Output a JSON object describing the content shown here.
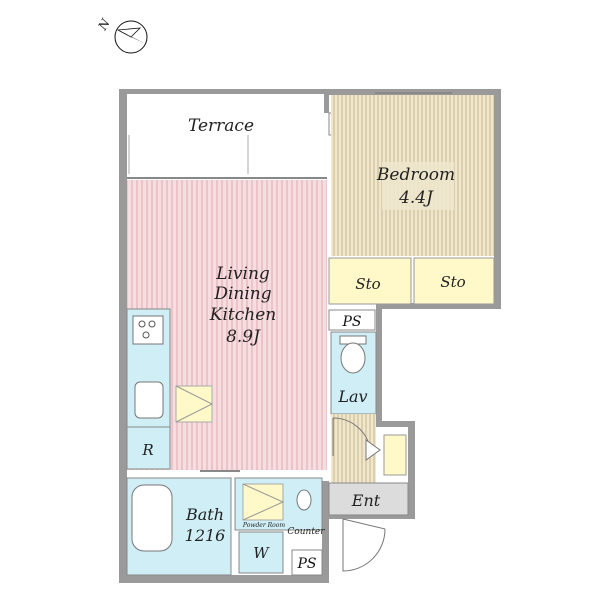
{
  "compass": {
    "north_label": "N"
  },
  "rooms": {
    "terrace": {
      "label": "Terrace"
    },
    "bedroom": {
      "label": "Bedroom",
      "size": "4.4J"
    },
    "ldk": {
      "line1": "Living",
      "line2": "Dining",
      "line3": "Kitchen",
      "size": "8.9J"
    },
    "storage_left": {
      "label": "Sto"
    },
    "storage_right": {
      "label": "Sto"
    },
    "lavatory": {
      "label": "Lav"
    },
    "refrigerator": {
      "label": "R"
    },
    "bath": {
      "label": "Bath",
      "size": "1216"
    },
    "entrance": {
      "label": "Ent"
    },
    "powder_room": {
      "label": "Powder Room"
    },
    "counter": {
      "label": "Counter"
    },
    "washer": {
      "label": "W"
    },
    "ps_top": {
      "label": "PS"
    },
    "ps_mid": {
      "label": "PS"
    },
    "ps_bottom": {
      "label": "PS"
    }
  },
  "colors": {
    "wall": "#9a9a9a",
    "ldk_fill": "#f6dde0",
    "ldk_stripe": "#e2a9b2",
    "bedroom_fill": "#efe6cc",
    "bedroom_stripe": "#c8b890",
    "storage": "#fff8c8",
    "wet_area": "#cfeef5",
    "entrance_floor": "#dcdcdc"
  }
}
